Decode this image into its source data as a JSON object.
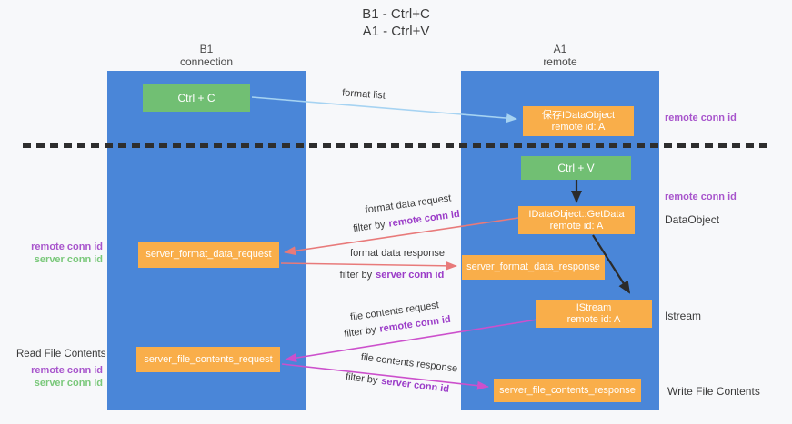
{
  "title": {
    "line1": "B1 - Ctrl+C",
    "line2": "A1 - Ctrl+V"
  },
  "columns": {
    "left": {
      "name": "B1",
      "role": "connection"
    },
    "right": {
      "name": "A1",
      "role": "remote"
    }
  },
  "boxes": {
    "ctrl_c": {
      "label": "Ctrl + C"
    },
    "ctrl_v": {
      "label": "Ctrl + V"
    },
    "save_dataobject": {
      "line1": "保存IDataObject",
      "line2": "remote id: A"
    },
    "getdata": {
      "line1": "IDataObject::GetData",
      "line2": "remote id: A"
    },
    "istream": {
      "line1": "IStream",
      "line2": "remote id: A"
    },
    "server_format_data_request": {
      "label": "server_format_data_request"
    },
    "server_format_data_response": {
      "label": "server_format_data_response"
    },
    "server_file_contents_request": {
      "label": "server_file_contents_request"
    },
    "server_file_contents_response": {
      "label": "server_file_contents_response"
    }
  },
  "arrow_labels": {
    "format_list": "format list",
    "format_data_request": "format data request",
    "format_data_response": "format data response",
    "file_contents_request": "file contents request",
    "file_contents_response": "file contents response",
    "filter_by": "filter by",
    "remote_conn_id": "remote conn id",
    "server_conn_id": "server conn id"
  },
  "side_labels": {
    "right_remote_conn_id_top": "remote conn id",
    "right_remote_conn_id_mid": "remote conn id",
    "dataobject": "DataObject",
    "istream": "Istream",
    "write_file_contents": "Write File Contents",
    "read_file_contents": "Read File Contents",
    "left_remote_conn_id_1": "remote conn id",
    "left_server_conn_id_1": "server conn id",
    "left_remote_conn_id_2": "remote conn id",
    "left_server_conn_id_2": "server conn id"
  },
  "colors": {
    "lifeline_blue": "#4a86d8",
    "box_green": "#71bf73",
    "box_orange": "#f9ae4a",
    "arrow_light_blue": "#a6d3f2",
    "arrow_salmon": "#e87a7a",
    "arrow_magenta": "#cc50cc",
    "arrow_black": "#2b2b2b",
    "label_purple": "#a855cc",
    "label_green": "#7ac87a",
    "dashed_separator": "#2e2e2e",
    "background": "#f7f8fa"
  }
}
